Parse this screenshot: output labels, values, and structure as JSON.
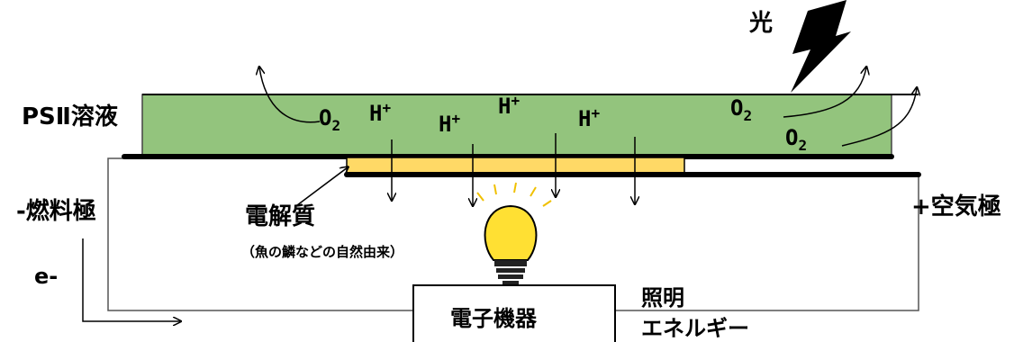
{
  "labels": {
    "light": "光",
    "ps2": "PSⅡ溶液",
    "anode": "-燃料極",
    "cathode": "+空気極",
    "electrolyte": "電解質",
    "electrolyte_note": "（魚の鱗などの自然由来）",
    "electron": "e-",
    "device": "電子機器",
    "energy_line1": "照明",
    "energy_line2": "エネルギー"
  },
  "ions": {
    "o2_symbol": "O",
    "o2_sub": "2",
    "h_symbol": "H",
    "h_sup": "+"
  },
  "colors": {
    "solution_green": "#93c47d",
    "electrolyte_yellow": "#ffd966",
    "bulb_yellow": "#ffe033",
    "line": "#000000"
  },
  "icons": {
    "lightning": "lightning-bolt-icon",
    "bulb": "light-bulb-icon"
  }
}
